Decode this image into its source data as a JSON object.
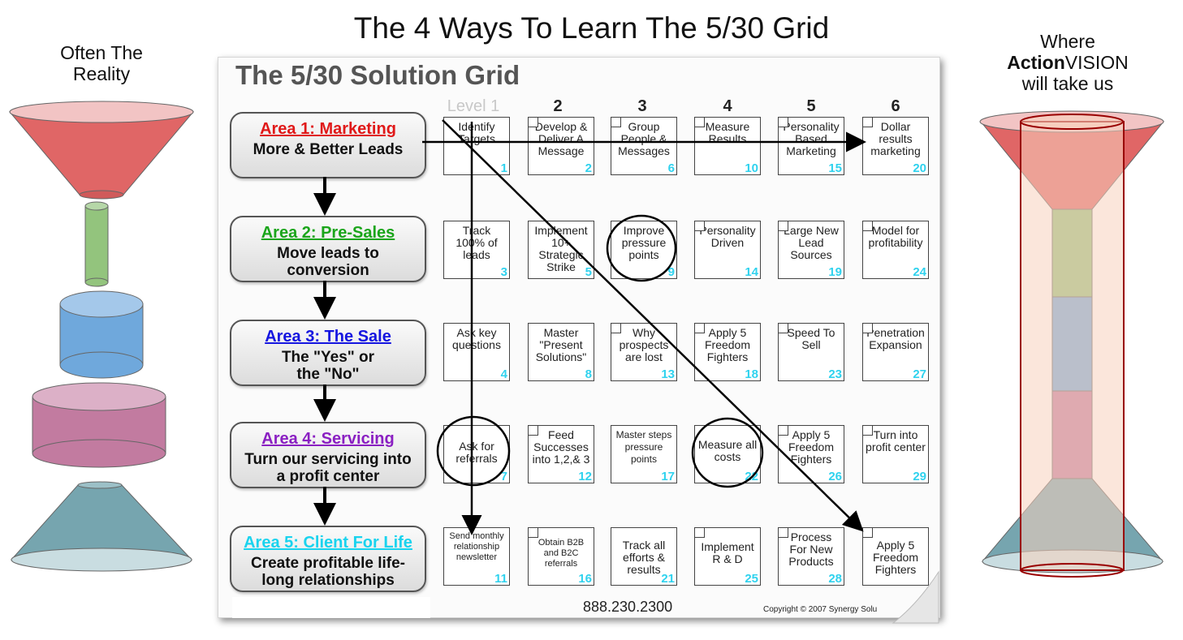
{
  "main_title": "The 4 Ways To Learn The 5/30 Grid",
  "left_caption": "Often The Reality",
  "right_caption": {
    "bold": "Action",
    "rest": "VISION",
    "line2": "will take us",
    "line0": "Where"
  },
  "grid": {
    "title": "The 5/30 Solution Grid",
    "levels": [
      "Level 1",
      "2",
      "3",
      "4",
      "5",
      "6"
    ],
    "areas": [
      {
        "name": "Area 1: Marketing",
        "desc": "More & Better Leads",
        "color": "#e01818"
      },
      {
        "name": "Area 2: Pre-Sales",
        "desc": "Move leads to conversion",
        "color": "#1aa51a"
      },
      {
        "name": "Area 3: The Sale",
        "desc": "The \"Yes\" or the \"No\"",
        "color": "#1515e0"
      },
      {
        "name": "Area 4: Servicing",
        "desc": "Turn our servicing into a profit center",
        "color": "#8a1fc2"
      },
      {
        "name": "Area 5: Client For Life",
        "desc": "Create profitable life-long relationships",
        "color": "#19d3ee"
      }
    ],
    "cells": [
      [
        {
          "t": "Identify Targets",
          "n": "1"
        },
        {
          "t": "Develop & Deliver A Message",
          "n": "2"
        },
        {
          "t": "Group People & Messages",
          "n": "6"
        },
        {
          "t": "Measure Results",
          "n": "10"
        },
        {
          "t": "Personality Based Marketing",
          "n": "15"
        },
        {
          "t": "Dollar results marketing",
          "n": "20"
        }
      ],
      [
        {
          "t": "Track 100% of leads",
          "n": "3"
        },
        {
          "t": "Implement 10+ Strategic Strike",
          "n": "5"
        },
        {
          "t": "Improve pressure points",
          "n": "9"
        },
        {
          "t": "Personality Driven",
          "n": "14"
        },
        {
          "t": "Large New Lead Sources",
          "n": "19"
        },
        {
          "t": "Model for profitability",
          "n": "24"
        }
      ],
      [
        {
          "t": "Ask key questions",
          "n": "4"
        },
        {
          "t": "Master \"Present Solutions\"",
          "n": "8"
        },
        {
          "t": "Why prospects are lost",
          "n": "13"
        },
        {
          "t": "Apply 5 Freedom Fighters",
          "n": "18"
        },
        {
          "t": "Speed To Sell",
          "n": "23"
        },
        {
          "t": "Penetration Expansion",
          "n": "27"
        }
      ],
      [
        {
          "t": "Ask for referrals",
          "n": "7"
        },
        {
          "t": "Feed Successes into 1,2,& 3",
          "n": "12"
        },
        {
          "t": "Master steps pressure points",
          "n": "17"
        },
        {
          "t": "Measure all costs",
          "n": "22"
        },
        {
          "t": "Apply 5 Freedom Fighters",
          "n": "26"
        },
        {
          "t": "Turn into profit center",
          "n": "29"
        }
      ],
      [
        {
          "t": "Send monthly relationship newsletter",
          "n": "11"
        },
        {
          "t": "Obtain B2B and B2C referrals",
          "n": "16"
        },
        {
          "t": "Track all efforts & results",
          "n": "21"
        },
        {
          "t": "Implement R & D",
          "n": "25"
        },
        {
          "t": "Process For New Products",
          "n": "28"
        },
        {
          "t": "Apply 5 Freedom Fighters",
          "n": ""
        }
      ]
    ],
    "phone": "888.230.2300",
    "copyright": "Copyright © 2007 Synergy Solu"
  },
  "colors": {
    "funnel_red": "#e06666",
    "cylinder_green": "#93c47d",
    "cylinder_blue": "#6fa8dc",
    "cylinder_purple": "#c27ba0",
    "cone_teal": "#76a5af",
    "outline_dark_red": "#990000"
  }
}
